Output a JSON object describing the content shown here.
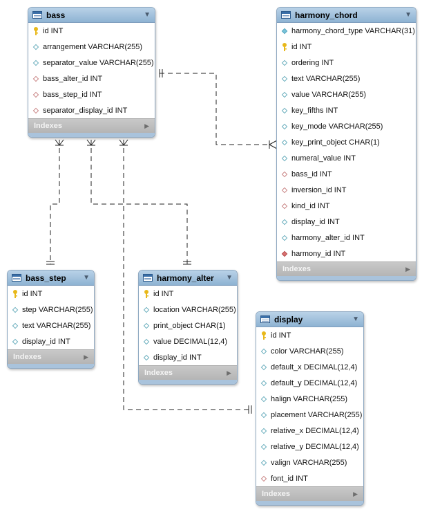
{
  "diagram": {
    "indexes_label": "Indexes",
    "tables": [
      {
        "id": "bass",
        "name": "bass",
        "columns": [
          {
            "text": "id INT",
            "kind": "key"
          },
          {
            "text": "arrangement VARCHAR(255)",
            "kind": "col"
          },
          {
            "text": "separator_value VARCHAR(255)",
            "kind": "col"
          },
          {
            "text": "bass_alter_id INT",
            "kind": "fk"
          },
          {
            "text": "bass_step_id INT",
            "kind": "fk"
          },
          {
            "text": "separator_display_id INT",
            "kind": "fk"
          }
        ]
      },
      {
        "id": "harmony_chord",
        "name": "harmony_chord",
        "columns": [
          {
            "text": "harmony_chord_type VARCHAR(31)",
            "kind": "pk"
          },
          {
            "text": "id INT",
            "kind": "key"
          },
          {
            "text": "ordering INT",
            "kind": "col"
          },
          {
            "text": "text VARCHAR(255)",
            "kind": "col"
          },
          {
            "text": "value VARCHAR(255)",
            "kind": "col"
          },
          {
            "text": "key_fifths INT",
            "kind": "col"
          },
          {
            "text": "key_mode VARCHAR(255)",
            "kind": "col"
          },
          {
            "text": "key_print_object CHAR(1)",
            "kind": "col"
          },
          {
            "text": "numeral_value INT",
            "kind": "col"
          },
          {
            "text": "bass_id INT",
            "kind": "fk"
          },
          {
            "text": "inversion_id INT",
            "kind": "fk"
          },
          {
            "text": "kind_id INT",
            "kind": "fk"
          },
          {
            "text": "display_id INT",
            "kind": "col"
          },
          {
            "text": "harmony_alter_id INT",
            "kind": "col"
          },
          {
            "text": "harmony_id INT",
            "kind": "pkfk"
          }
        ]
      },
      {
        "id": "bass_step",
        "name": "bass_step",
        "columns": [
          {
            "text": "id INT",
            "kind": "key"
          },
          {
            "text": "step VARCHAR(255)",
            "kind": "col"
          },
          {
            "text": "text VARCHAR(255)",
            "kind": "col"
          },
          {
            "text": "display_id INT",
            "kind": "col"
          }
        ]
      },
      {
        "id": "harmony_alter",
        "name": "harmony_alter",
        "columns": [
          {
            "text": "id INT",
            "kind": "key"
          },
          {
            "text": "location VARCHAR(255)",
            "kind": "col"
          },
          {
            "text": "print_object CHAR(1)",
            "kind": "col"
          },
          {
            "text": "value DECIMAL(12,4)",
            "kind": "col"
          },
          {
            "text": "display_id INT",
            "kind": "col"
          }
        ]
      },
      {
        "id": "display",
        "name": "display",
        "columns": [
          {
            "text": "id INT",
            "kind": "key"
          },
          {
            "text": "color VARCHAR(255)",
            "kind": "col"
          },
          {
            "text": "default_x DECIMAL(12,4)",
            "kind": "col"
          },
          {
            "text": "default_y DECIMAL(12,4)",
            "kind": "col"
          },
          {
            "text": "halign VARCHAR(255)",
            "kind": "col"
          },
          {
            "text": "placement VARCHAR(255)",
            "kind": "col"
          },
          {
            "text": "relative_x DECIMAL(12,4)",
            "kind": "col"
          },
          {
            "text": "relative_y DECIMAL(12,4)",
            "kind": "col"
          },
          {
            "text": "valign VARCHAR(255)",
            "kind": "col"
          },
          {
            "text": "font_id INT",
            "kind": "fk"
          }
        ]
      }
    ],
    "relationships": [
      {
        "from": "harmony_chord",
        "to": "bass",
        "from_end": "many",
        "to_end": "one"
      },
      {
        "from": "bass",
        "to": "bass_step",
        "from_end": "many",
        "to_end": "one"
      },
      {
        "from": "bass",
        "to": "harmony_alter",
        "from_end": "many",
        "to_end": "one"
      },
      {
        "from": "bass",
        "to": "display",
        "from_end": "many",
        "to_end": "one"
      }
    ]
  }
}
